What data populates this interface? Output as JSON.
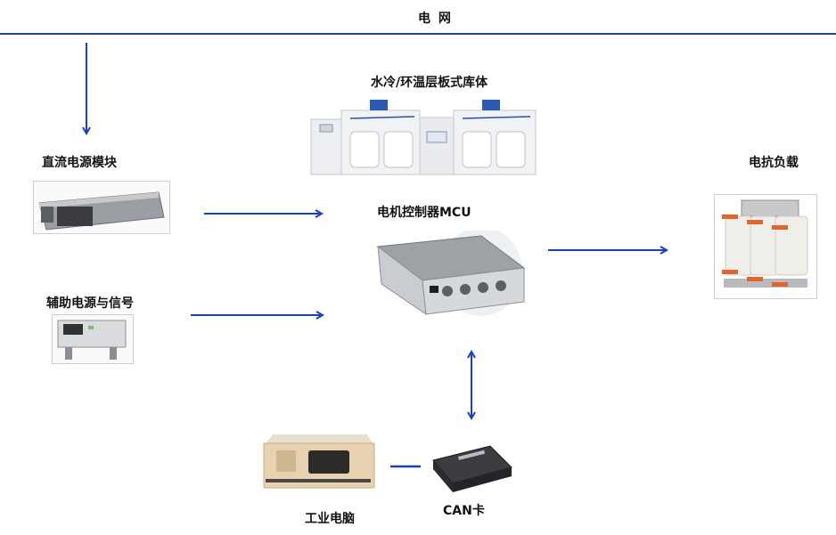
{
  "diagram": {
    "title": "电 网",
    "nodes": {
      "grid": {
        "label": "电 网"
      },
      "dc_power": {
        "label": "直流电源模块",
        "icon": "dc-power-module-icon"
      },
      "aux_power": {
        "label": "辅助电源与信号",
        "icon": "aux-power-supply-icon"
      },
      "chamber": {
        "label": "水冷/环温层板式库体",
        "icon": "climate-chamber-icon"
      },
      "mcu": {
        "label": "电机控制器MCU",
        "icon": "motor-controller-icon"
      },
      "load": {
        "label": "电抗负载",
        "icon": "reactor-load-icon"
      },
      "ipc": {
        "label": "工业电脑",
        "icon": "industrial-pc-icon"
      },
      "can": {
        "label": "CAN卡",
        "icon": "can-card-icon"
      }
    },
    "edges": [
      {
        "from": "grid",
        "to": "dc_power",
        "type": "arrow"
      },
      {
        "from": "dc_power",
        "to": "mcu",
        "type": "arrow"
      },
      {
        "from": "aux_power",
        "to": "mcu",
        "type": "arrow"
      },
      {
        "from": "mcu",
        "to": "load",
        "type": "arrow"
      },
      {
        "from": "mcu",
        "to": "can",
        "type": "bidirectional"
      },
      {
        "from": "ipc",
        "to": "can",
        "type": "line"
      }
    ],
    "colors": {
      "connector": "#1a3fc4",
      "grid_line": "#1f3fa6"
    }
  }
}
